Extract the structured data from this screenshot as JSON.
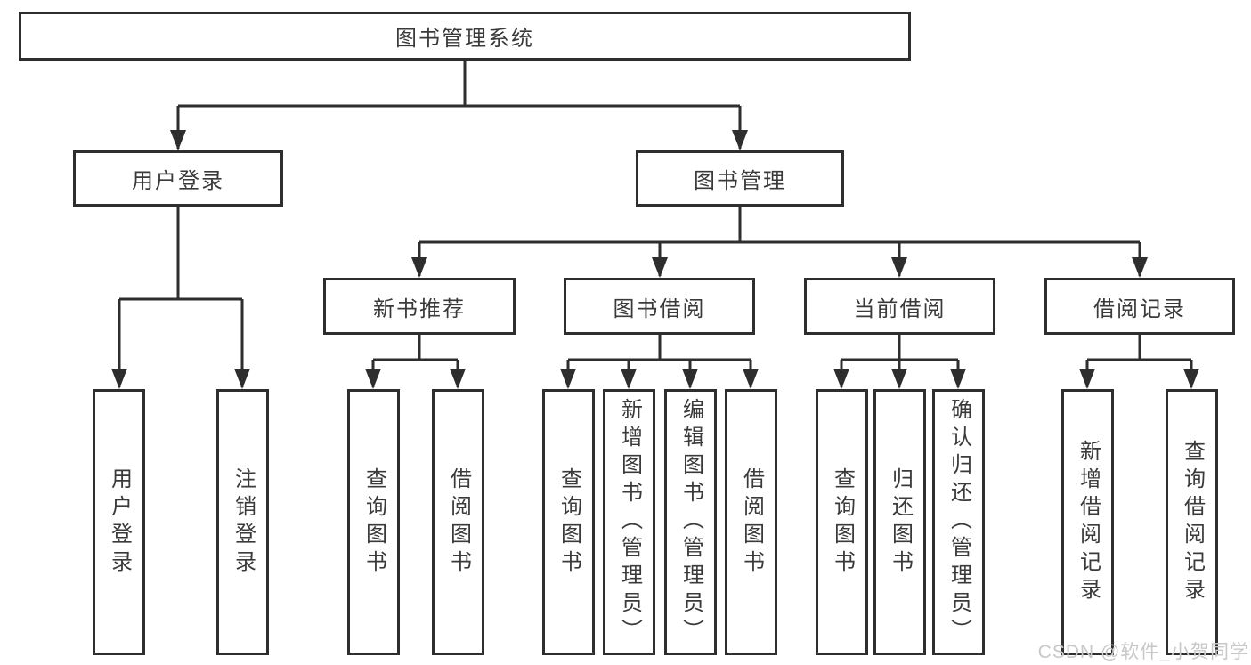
{
  "tree": {
    "label": "图书管理系统",
    "children": [
      {
        "label": "用户登录",
        "children": [
          {
            "label": "用户登录"
          },
          {
            "label": "注销登录"
          }
        ]
      },
      {
        "label": "图书管理",
        "children": [
          {
            "label": "新书推荐",
            "children": [
              {
                "label": "查询图书"
              },
              {
                "label": "借阅图书"
              }
            ]
          },
          {
            "label": "图书借阅",
            "children": [
              {
                "label": "查询图书"
              },
              {
                "label": "新增图书（管理员）"
              },
              {
                "label": "编辑图书（管理员）"
              },
              {
                "label": "借阅图书"
              }
            ]
          },
          {
            "label": "当前借阅",
            "children": [
              {
                "label": "查询图书"
              },
              {
                "label": "归还图书"
              },
              {
                "label": "确认归还（管理员）"
              }
            ]
          },
          {
            "label": "借阅记录",
            "children": [
              {
                "label": "新增借阅记录"
              },
              {
                "label": "查询借阅记录"
              }
            ]
          }
        ]
      }
    ]
  },
  "watermark": "CSDN @软件_小贺同学",
  "colors": {
    "line": "#2e2e2e",
    "box_border": "#2e2e2e",
    "text": "#3a3a3a",
    "watermark_text": "#c8c8c8",
    "background": "#ffffff"
  }
}
